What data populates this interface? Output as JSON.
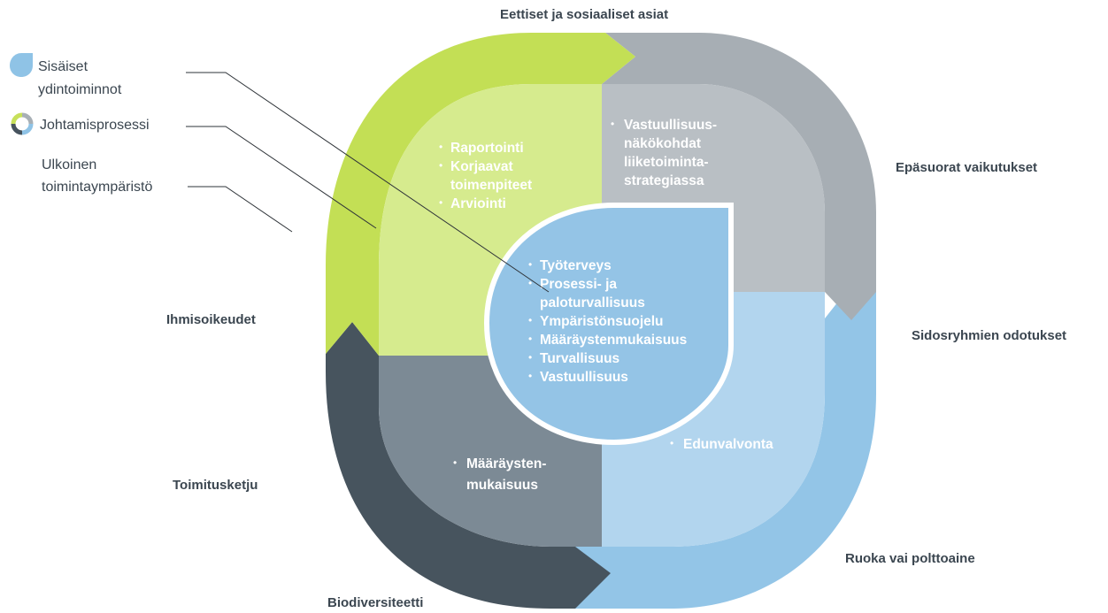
{
  "title_partial": "",
  "legend": [
    {
      "icon": "drop-icon",
      "color": "#8fc3e6",
      "lines": [
        "Sisäiset",
        "ydintoiminnot"
      ]
    },
    {
      "icon": "ring-icon",
      "colors": [
        "#c7e05a",
        "#a8b0b6",
        "#8fc3e6",
        "#46535e"
      ],
      "lines": [
        "Johtamisprosessi"
      ]
    },
    {
      "icon": "",
      "lines": [
        "Ulkoinen",
        "toimintaympäristö"
      ]
    }
  ],
  "outer_labels": {
    "top": "Eettiset ja sosiaaliset asiat",
    "right_upper": "Epäsuorat vaikutukset",
    "right_middle": "Sidosryhmien odotukset",
    "right_lower": "Ruoka vai polttoaine",
    "bottom": "Biodiversiteetti",
    "left_lower": "Toimitusketju",
    "left_upper": "Ihmisoikeudet"
  },
  "quadrants": {
    "top_left": {
      "color": "#d6eb8e",
      "ring_color": "#c3df55",
      "items": [
        "Raportointi",
        "Korjaavat",
        "toimenpiteet",
        "Arviointi"
      ],
      "bullets": [
        true,
        true,
        false,
        true
      ]
    },
    "top_right": {
      "color": "#b9bfc4",
      "ring_color": "#a7aeb4",
      "items": [
        "Vastuullisuus-",
        "näkökohdat",
        "liiketoiminta-",
        "strategiassa"
      ],
      "bullets": [
        true,
        false,
        false,
        false
      ]
    },
    "bottom_right": {
      "color": "#b2d5ee",
      "ring_color": "#93c5e7",
      "items": [
        "Edunvalvonta"
      ],
      "bullets": [
        true
      ]
    },
    "bottom_left": {
      "color": "#7c8a95",
      "ring_color": "#47545e",
      "items": [
        "Määräysten-",
        "mukaisuus"
      ],
      "bullets": [
        true,
        false
      ]
    }
  },
  "center": {
    "color": "#94c4e6",
    "items": [
      "Työterveys",
      "Prosessi- ja",
      "paloturvallisuus",
      "Ympäristönsuojelu",
      "Määräystenmukaisuus",
      "Turvallisuus",
      "Vastuullisuus"
    ],
    "bullets": [
      true,
      true,
      false,
      true,
      true,
      true,
      true
    ]
  },
  "bullet_char": "•"
}
